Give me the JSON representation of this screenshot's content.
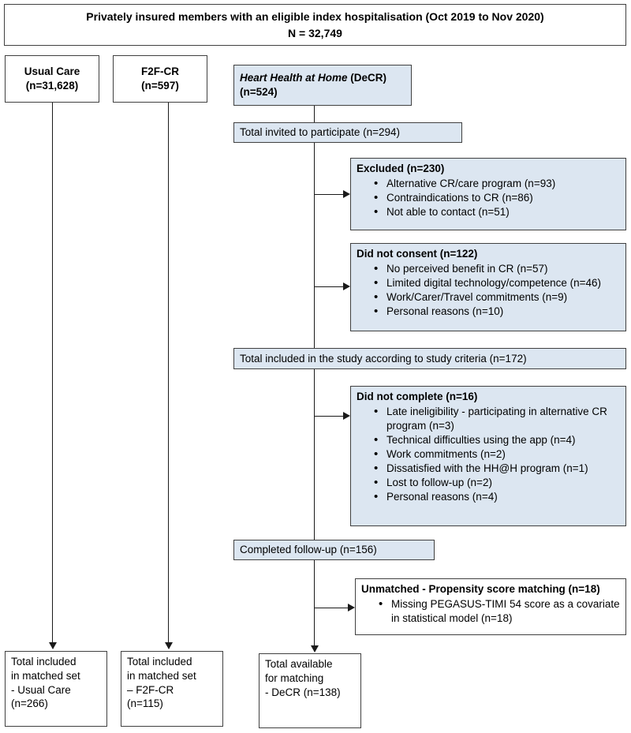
{
  "figure": {
    "type": "flow-diagram",
    "title_box": {
      "line1": "Privately insured members with an eligible index hospitalisation (Oct 2019 to Nov 2020)",
      "line2": "N = 32,749"
    },
    "arms": {
      "usual_care": {
        "label": "Usual Care",
        "n": "(n=31,628)"
      },
      "f2f_cr": {
        "label": "F2F-CR",
        "n": "(n=597)"
      },
      "decr": {
        "label_italic": "Heart Health at Home",
        "label_rest": " (DeCR)",
        "n": "(n=524)"
      }
    },
    "steps": {
      "invited": "Total invited to participate (n=294)",
      "included": "Total included in the study according to study criteria (n=172)",
      "completed": "Completed follow-up (n=156)"
    },
    "excluded": {
      "heading": "Excluded (n=230)",
      "items": [
        "Alternative CR/care program (n=93)",
        "Contraindications to CR (n=86)",
        "Not able to contact (n=51)"
      ]
    },
    "did_not_consent": {
      "heading": "Did not consent (n=122)",
      "items": [
        "No perceived benefit in CR (n=57)",
        "Limited digital technology/competence (n=46)",
        "Work/Carer/Travel commitments (n=9)",
        "Personal reasons (n=10)"
      ]
    },
    "did_not_complete": {
      "heading": "Did not complete (n=16)",
      "items": [
        "Late ineligibility - participating in alternative CR program (n=3)",
        "Technical difficulties using the app (n=4)",
        "Work commitments (n=2)",
        "Dissatisfied with the HH@H program (n=1)",
        "Lost to follow-up (n=2)",
        "Personal reasons (n=4)"
      ]
    },
    "unmatched": {
      "heading": "Unmatched - Propensity score matching (n=18)",
      "items": [
        "Missing PEGASUS-TIMI 54 score as a covariate in statistical model (n=18)"
      ]
    },
    "outcomes": {
      "usual_care": {
        "l1": "Total included",
        "l2": "in matched set",
        "l3": "- Usual Care",
        "l4": "(n=266)"
      },
      "f2f_cr": {
        "l1": "Total included",
        "l2": "in matched set",
        "l3": "– F2F-CR",
        "l4": "(n=115)"
      },
      "decr": {
        "l1": "Total available",
        "l2": "for matching",
        "l3": "- DeCR (n=138)"
      }
    },
    "colors": {
      "highlight_fill": "#dce6f1",
      "border": "#404040",
      "connector": "#1a1a1a",
      "page_background": "#ffffff"
    }
  }
}
